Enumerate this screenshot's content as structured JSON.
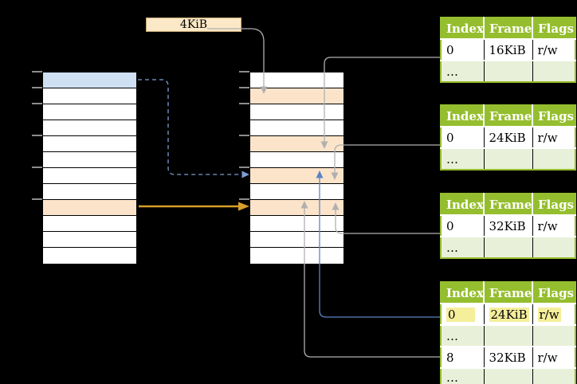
{
  "page_size_label": "4KiB",
  "left_column": {
    "rows": [
      "blue",
      "white",
      "white",
      "white",
      "white",
      "white",
      "white",
      "white",
      "orange",
      "white",
      "white",
      "white"
    ]
  },
  "middle_column": {
    "rows": [
      "white",
      "orange",
      "white",
      "white",
      "orange",
      "white",
      "orange",
      "white",
      "orange",
      "white",
      "white",
      "white"
    ]
  },
  "tick_row_indices": [
    0,
    1,
    2,
    4,
    6,
    8
  ],
  "page_tables": [
    {
      "id": "page-table-1",
      "headers": [
        "Index",
        "Frame",
        "Flags"
      ],
      "rows": [
        {
          "cells": [
            "0",
            "16KiB",
            "r/w"
          ],
          "shade": "white",
          "highlight": false
        },
        {
          "cells": [
            "…",
            "",
            ""
          ],
          "shade": "green",
          "highlight": false
        }
      ]
    },
    {
      "id": "page-table-2",
      "headers": [
        "Index",
        "Frame",
        "Flags"
      ],
      "rows": [
        {
          "cells": [
            "0",
            "24KiB",
            "r/w"
          ],
          "shade": "white",
          "highlight": false
        },
        {
          "cells": [
            "…",
            "",
            ""
          ],
          "shade": "green",
          "highlight": false
        }
      ]
    },
    {
      "id": "page-table-3",
      "headers": [
        "Index",
        "Frame",
        "Flags"
      ],
      "rows": [
        {
          "cells": [
            "0",
            "32KiB",
            "r/w"
          ],
          "shade": "white",
          "highlight": false
        },
        {
          "cells": [
            "…",
            "",
            ""
          ],
          "shade": "green",
          "highlight": false
        }
      ]
    },
    {
      "id": "page-table-4",
      "headers": [
        "Index",
        "Frame",
        "Flags"
      ],
      "rows": [
        {
          "cells": [
            "0",
            "24KiB",
            "r/w"
          ],
          "shade": "white",
          "highlight": true
        },
        {
          "cells": [
            "…",
            "",
            ""
          ],
          "shade": "green",
          "highlight": false
        },
        {
          "cells": [
            "8",
            "32KiB",
            "r/w"
          ],
          "shade": "white",
          "highlight": false
        },
        {
          "cells": [
            "…",
            "",
            ""
          ],
          "shade": "green",
          "highlight": false
        }
      ]
    }
  ],
  "colors": {
    "background": "#000000",
    "table_header_green": "#95be2f",
    "table_light_green": "#e9f0d9",
    "row_blue": "#cfe0f2",
    "row_orange": "#fce4ca",
    "label_cream": "#fbe8c6",
    "label_cream_border": "#c9ac77",
    "highlight_yellow": "#f5ef9c",
    "line_gray": "#b0b0b0",
    "line_blue": "#5b84c5",
    "line_dashed_blue": "#7d9ed2",
    "arrow_orange": "#d79e2a",
    "tick_gray": "#8c8c8c"
  }
}
